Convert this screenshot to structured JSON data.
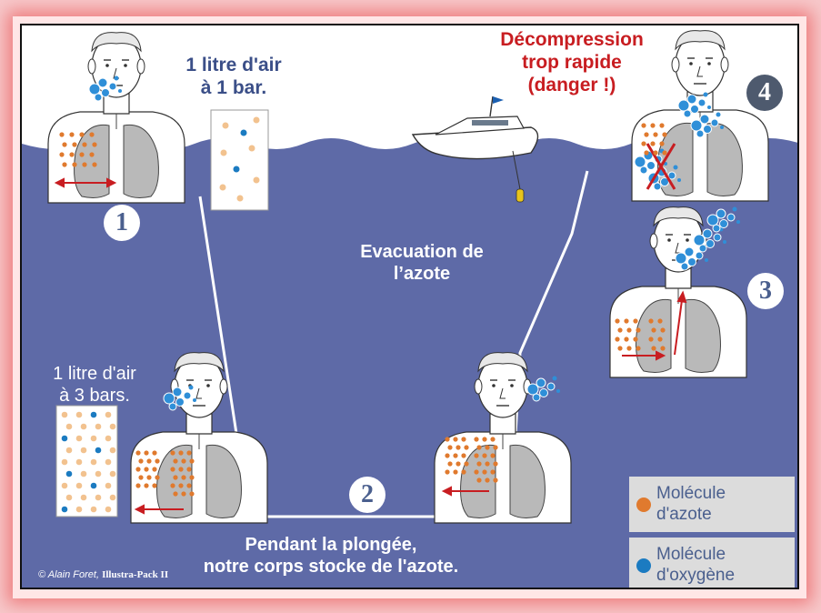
{
  "labels": {
    "air_surface_line1": "1 litre d'air",
    "air_surface_line2": "à 1 bar.",
    "air_depth_line1": "1 litre d'air",
    "air_depth_line2": "à 3 bars.",
    "decompression_line1": "Décompression",
    "decompression_line2": "trop rapide",
    "decompression_line3": "(danger !)",
    "evacuation_line1": "Evacuation de",
    "evacuation_line2": "l’azote",
    "dive_line1": "Pendant la plongée,",
    "dive_line2": "notre corps stocke de l'azote."
  },
  "steps": [
    "1",
    "2",
    "3",
    "4"
  ],
  "legend": {
    "nitrogen_line1": "Molécule",
    "nitrogen_line2": "d'azote",
    "oxygen_line1": "Molécule",
    "oxygen_line2": "d'oxygène"
  },
  "credit": {
    "author": "© Alain Foret,",
    "collection": "Illustra-Pack II"
  },
  "colors": {
    "water": "#5e6aa7",
    "sky": "#ffffff",
    "nitrogen": "#e07a2e",
    "oxygen": "#1b7bc1",
    "danger_text": "#c81d21",
    "label_text": "#3b4f88",
    "bubbles": "#2f8fd8"
  }
}
